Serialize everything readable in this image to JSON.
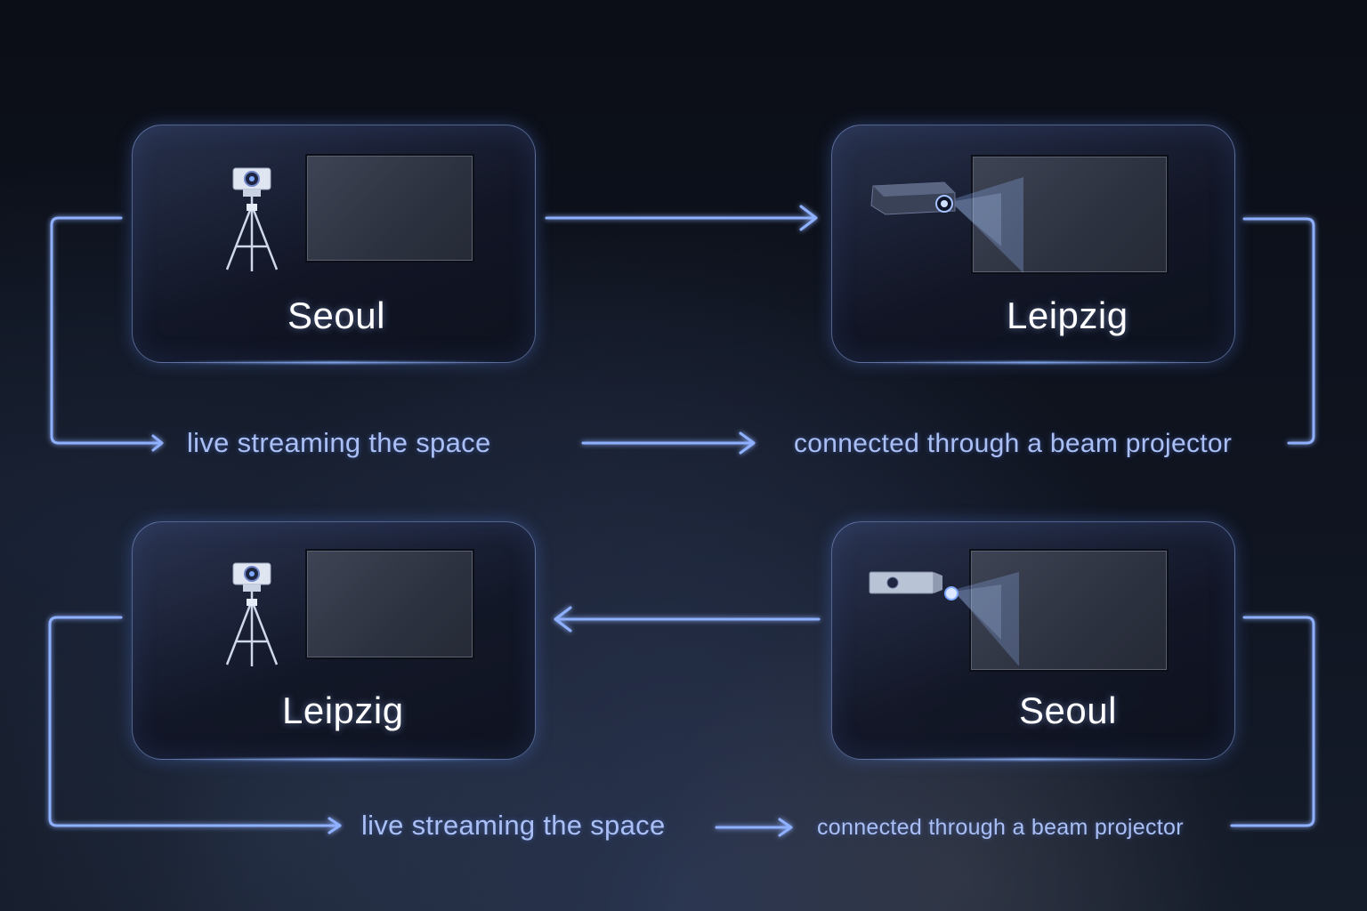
{
  "colors": {
    "accent": "#7fa8ff",
    "line": "#8fb0ff",
    "text": "#ffffff",
    "caption": "#a9bff5"
  },
  "row1": {
    "left_panel": {
      "city": "Seoul",
      "icon": "camera-tripod-icon"
    },
    "right_panel": {
      "city": "Leipzig",
      "icon": "projector-icon"
    },
    "caption_left": "live streaming the space",
    "caption_right": "connected through a beam projector"
  },
  "row2": {
    "left_panel": {
      "city": "Leipzig",
      "icon": "camera-tripod-icon"
    },
    "right_panel": {
      "city": "Seoul",
      "icon": "projector-icon"
    },
    "caption_left": "live streaming the space",
    "caption_right": "connected through a beam projector"
  }
}
